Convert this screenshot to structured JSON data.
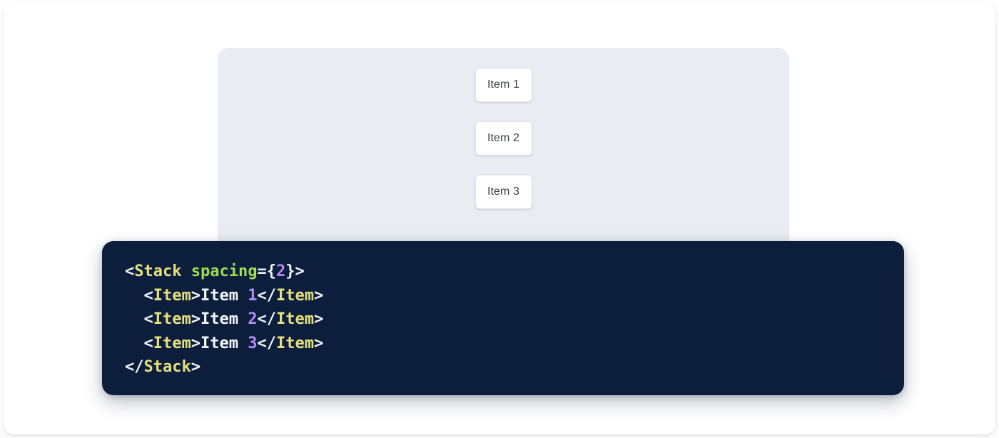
{
  "colors": {
    "page_background": "#ffffff",
    "preview_panel_background": "#e9ecf2",
    "card_background": "#ffffff",
    "card_border": "#e3e6ea",
    "card_text": "#3c4043",
    "code_panel_background": "#0c1e3c",
    "code_default_text": "#f2f5fa",
    "code_tag": "#e6e07e",
    "code_attribute": "#9ede4f",
    "code_number": "#b388f7"
  },
  "preview": {
    "component": "Stack",
    "spacing": "2",
    "items": [
      {
        "label": "Item 1"
      },
      {
        "label": "Item 2"
      },
      {
        "label": "Item 3"
      }
    ]
  },
  "code": {
    "language": "jsx",
    "lines": [
      {
        "indent": "",
        "tokens": [
          {
            "text": "<",
            "type": "punct"
          },
          {
            "text": "Stack",
            "type": "tag"
          },
          {
            "text": " ",
            "type": "punct"
          },
          {
            "text": "spacing",
            "type": "attr"
          },
          {
            "text": "={",
            "type": "punct"
          },
          {
            "text": "2",
            "type": "num"
          },
          {
            "text": "}>",
            "type": "punct"
          }
        ]
      },
      {
        "indent": "  ",
        "tokens": [
          {
            "text": "<",
            "type": "punct"
          },
          {
            "text": "Item",
            "type": "tag"
          },
          {
            "text": ">",
            "type": "punct"
          },
          {
            "text": "Item ",
            "type": "text"
          },
          {
            "text": "1",
            "type": "num"
          },
          {
            "text": "</",
            "type": "punct"
          },
          {
            "text": "Item",
            "type": "tag"
          },
          {
            "text": ">",
            "type": "punct"
          }
        ]
      },
      {
        "indent": "  ",
        "tokens": [
          {
            "text": "<",
            "type": "punct"
          },
          {
            "text": "Item",
            "type": "tag"
          },
          {
            "text": ">",
            "type": "punct"
          },
          {
            "text": "Item ",
            "type": "text"
          },
          {
            "text": "2",
            "type": "num"
          },
          {
            "text": "</",
            "type": "punct"
          },
          {
            "text": "Item",
            "type": "tag"
          },
          {
            "text": ">",
            "type": "punct"
          }
        ]
      },
      {
        "indent": "  ",
        "tokens": [
          {
            "text": "<",
            "type": "punct"
          },
          {
            "text": "Item",
            "type": "tag"
          },
          {
            "text": ">",
            "type": "punct"
          },
          {
            "text": "Item ",
            "type": "text"
          },
          {
            "text": "3",
            "type": "num"
          },
          {
            "text": "</",
            "type": "punct"
          },
          {
            "text": "Item",
            "type": "tag"
          },
          {
            "text": ">",
            "type": "punct"
          }
        ]
      },
      {
        "indent": "",
        "tokens": [
          {
            "text": "</",
            "type": "punct"
          },
          {
            "text": "Stack",
            "type": "tag"
          },
          {
            "text": ">",
            "type": "punct"
          }
        ]
      }
    ]
  }
}
